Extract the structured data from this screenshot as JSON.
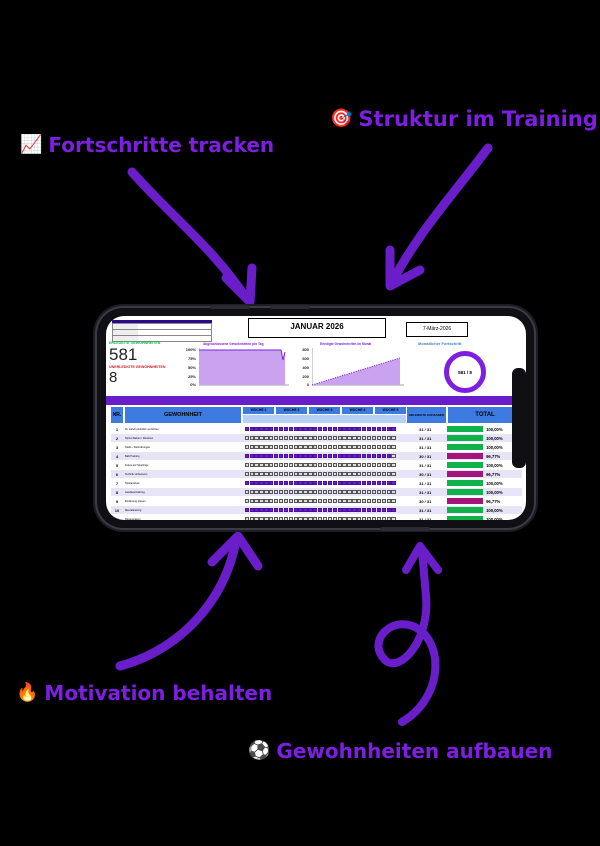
{
  "captions": {
    "progress": {
      "icon": "📈",
      "text": "Fortschritte tracken"
    },
    "structure": {
      "icon": "🎯",
      "text": "Struktur im Training"
    },
    "motivation": {
      "icon": "🔥",
      "text": "Motivation behalten"
    },
    "habits": {
      "icon": "⚽",
      "text": "Gewohnheiten aufbauen"
    }
  },
  "colors": {
    "accent": "#7c1fe0",
    "background": "#000000"
  },
  "sheet": {
    "month": "JANUAR 2026",
    "date": "7-März-2026",
    "done_label": "ERLEDIGTE GEWOHNHEITEN",
    "done_value": "581",
    "open_label": "UNERLEDIGTE GEWOHNHEITEN",
    "open_value": "8",
    "chart1_title": "Abgeschlossene Gewohnheiten pro Tag",
    "chart1_axis": [
      "100%",
      "75%",
      "50%",
      "25%",
      "0%"
    ],
    "chart2_title": "Erledigte Gewohnheiten im Monat",
    "chart2_axis": [
      "800",
      "600",
      "400",
      "200",
      "0"
    ],
    "donut_title": "Monatlicher Fortschritt",
    "donut_value": "581 / 8",
    "col_nr": "NR.",
    "col_habit": "GEWOHNHEIT",
    "weeks": [
      "WOCHE 1",
      "WOCHE 2",
      "WOCHE 3",
      "WOCHE 4",
      "WOCHE 5"
    ],
    "col_done": "ERLEDIGTE AUFGABEN",
    "col_total": "TOTAL",
    "rows": [
      {
        "nr": "1",
        "name": "Zu Gehöl pünktlich vorrichten",
        "done": "31 / 31",
        "pct": "100,00%",
        "color": "#12b24a"
      },
      {
        "nr": "2",
        "name": "Sprint-Sieben / Routinen",
        "done": "31 / 31",
        "pct": "100,00%",
        "color": "#12b24a"
      },
      {
        "nr": "3",
        "name": "Stabi- / Dehnübungen",
        "done": "31 / 31",
        "pct": "100,00%",
        "color": "#12b24a"
      },
      {
        "nr": "4",
        "name": "Ball-Training",
        "done": "30 / 31",
        "pct": "96,77%",
        "color": "#a3157a"
      },
      {
        "nr": "5",
        "name": "Fokus auf Spielzüge",
        "done": "31 / 31",
        "pct": "100,00%",
        "color": "#12b24a"
      },
      {
        "nr": "6",
        "name": "Technik verbessern",
        "done": "30 / 31",
        "pct": "96,77%",
        "color": "#a3157a"
      },
      {
        "nr": "7",
        "name": "Spielanalyse",
        "done": "31 / 31",
        "pct": "100,00%",
        "color": "#12b24a"
      },
      {
        "nr": "8",
        "name": "Ausdauertraining",
        "done": "31 / 31",
        "pct": "100,00%",
        "color": "#12b24a"
      },
      {
        "nr": "9",
        "name": "Ernährung planen",
        "done": "30 / 31",
        "pct": "96,77%",
        "color": "#a3157a"
      },
      {
        "nr": "10",
        "name": "Mentaltraining",
        "done": "31 / 31",
        "pct": "100,00%",
        "color": "#12b24a"
      },
      {
        "nr": "11",
        "name": "Regeneration",
        "done": "31 / 31",
        "pct": "100,00%",
        "color": "#12b24a"
      }
    ]
  }
}
